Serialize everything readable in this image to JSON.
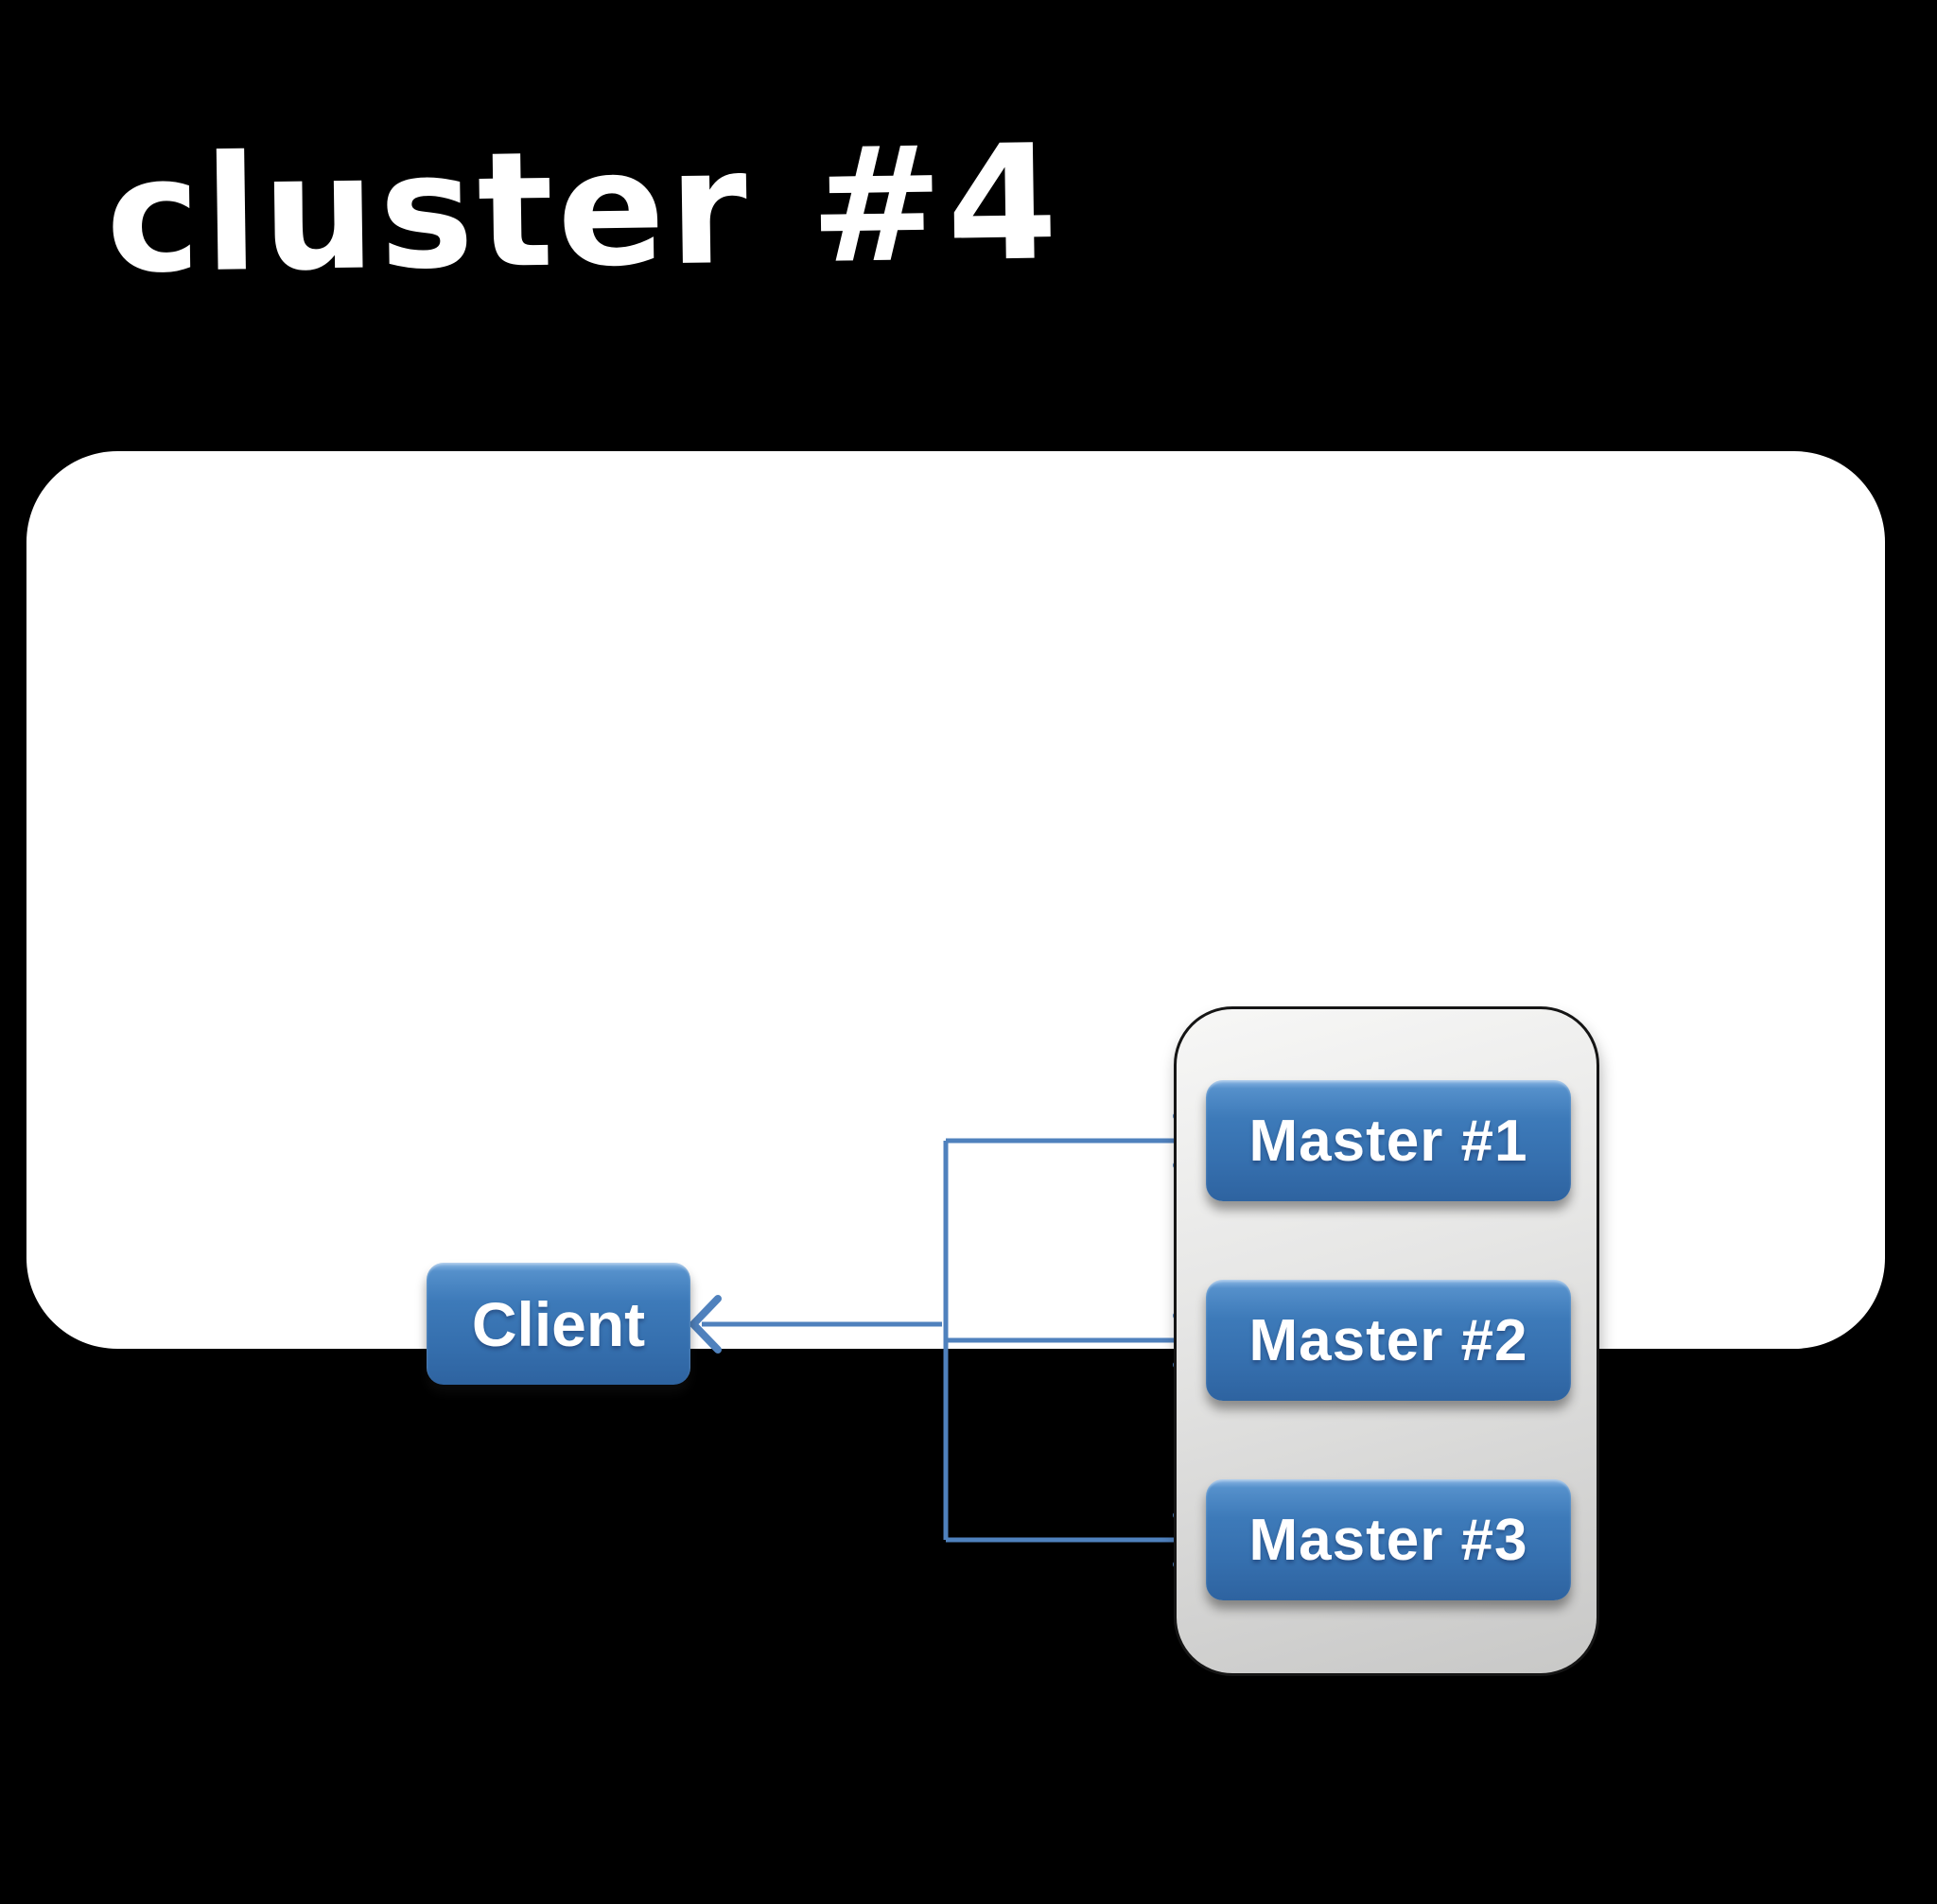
{
  "title": "cluster #4",
  "diagram": {
    "client": {
      "label": "Client"
    },
    "cluster": {
      "masters": [
        {
          "label": "Master #1"
        },
        {
          "label": "Master #2"
        },
        {
          "label": "Master #3"
        }
      ]
    },
    "icons": {
      "arrow_to_client": "left-arrow-icon",
      "arrow_to_masters": "right-arrow-icon"
    },
    "colors": {
      "background": "#000000",
      "panel": "#ffffff",
      "title_text": "#ffffff",
      "connector_blue": "#4f81bd",
      "node_blue": "#3a76b6",
      "node_text": "#ffffff",
      "container_gray": "#d9d9d8",
      "container_border": "#151515"
    }
  }
}
